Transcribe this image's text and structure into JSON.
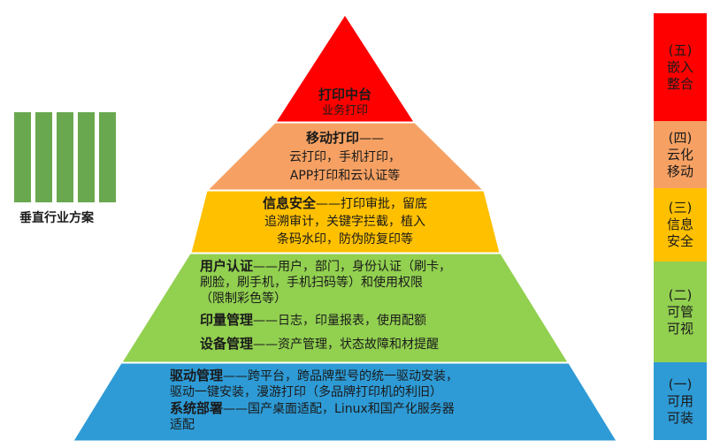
{
  "legend": {
    "label": "垂直行业方案",
    "color": "#6aa84f"
  },
  "pyramid": {
    "levels": [
      {
        "color": "#ff0000",
        "title": "打印中台",
        "subtitle": "业务打印"
      },
      {
        "color": "#f6a163",
        "title": "移动打印",
        "line1": "——",
        "line2": "云打印，手机打印，",
        "line3": "APP打印和云认证等"
      },
      {
        "color": "#ffc000",
        "title": "信息安全",
        "line1": "——打印审批，留底",
        "line2": "追溯审计，关键字拦截，植入",
        "line3": "条码水印，防伪防复印等"
      },
      {
        "color": "#92d050",
        "title1": "用户认证",
        "line1": "——用户，部门，身份认证（刷卡，",
        "line2": "刷脸，刷手机，手机扫码等）和使用权限",
        "line3": "（限制彩色等）",
        "title2": "印量管理",
        "line4": "——日志，印量报表，使用配额",
        "title3": "设备管理",
        "line5": "——资产管理，状态故障和材提醒"
      },
      {
        "color": "#2e9bd6",
        "title1": "驱动管理",
        "line1": "——跨平台，跨品牌型号的统一驱动安装，",
        "line2": "驱动一键安装，漫游打印（多品牌打印机的利旧）",
        "title2": "系统部署",
        "line3": "——国产桌面适配，Linux和国产化服务器",
        "line4": "适配"
      }
    ]
  },
  "side_labels": [
    {
      "num": "(五)",
      "text1": "嵌入",
      "text2": "整合",
      "color": "#ff0000"
    },
    {
      "num": "(四)",
      "text1": "云化",
      "text2": "移动",
      "color": "#f6a163"
    },
    {
      "num": "(三)",
      "text1": "信息",
      "text2": "安全",
      "color": "#ffc000"
    },
    {
      "num": "(二)",
      "text1": "可管",
      "text2": "可视",
      "color": "#92d050"
    },
    {
      "num": "(一)",
      "text1": "可用",
      "text2": "可装",
      "color": "#2e9bd6"
    }
  ]
}
